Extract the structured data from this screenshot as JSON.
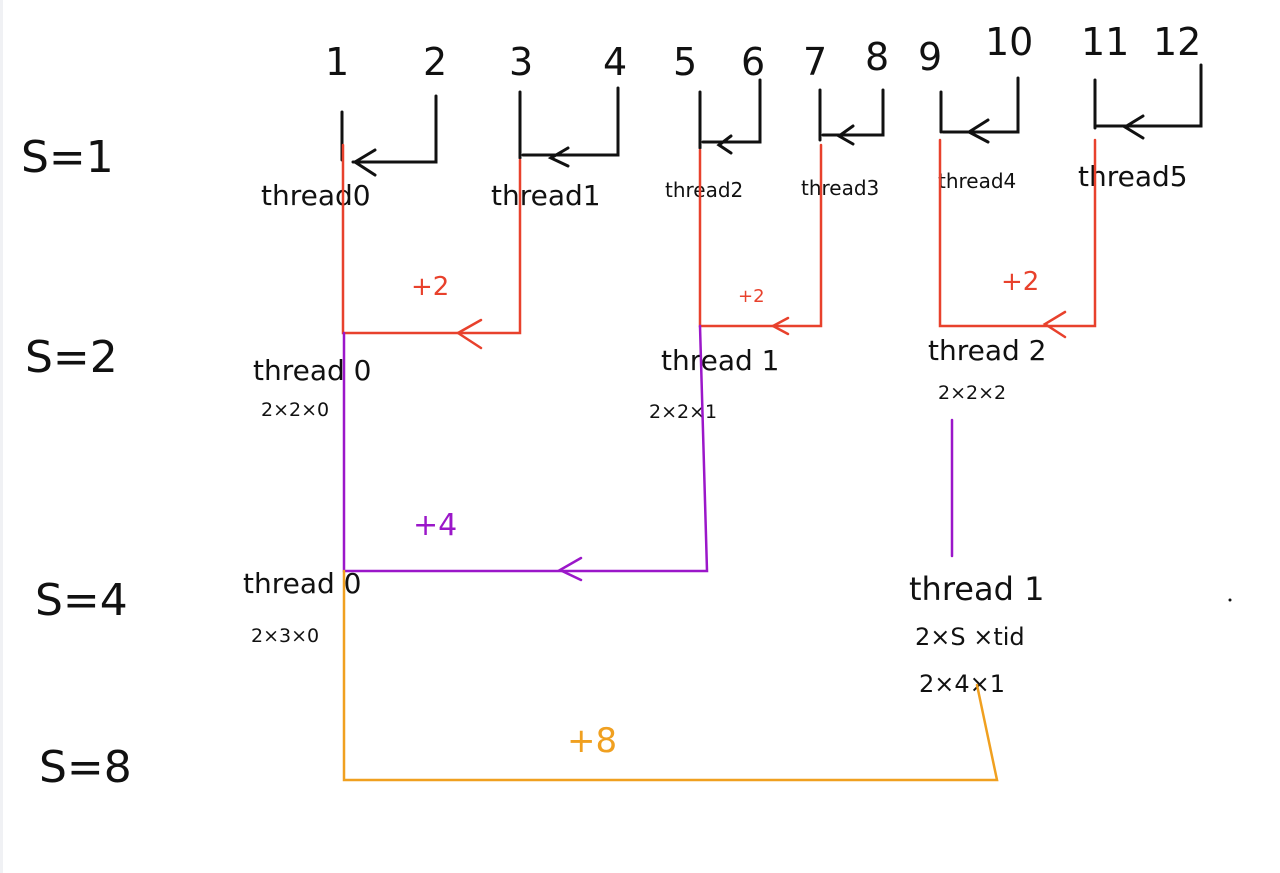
{
  "colors": {
    "ink": "#111111",
    "s2": "#e8412c",
    "s4": "#9b17c9",
    "s8": "#f0a020"
  },
  "top_numbers": [
    "1",
    "2",
    "3",
    "4",
    "5",
    "6",
    "7",
    "8",
    "9",
    "10",
    "11",
    "12"
  ],
  "stages": {
    "s1": "S=1",
    "s2": "S=2",
    "s4": "S=4",
    "s8": "S=8"
  },
  "level1": {
    "threads": [
      "thread0",
      "thread1",
      "thread2",
      "thread3",
      "thread4",
      "thread5"
    ]
  },
  "level2": {
    "offsets": [
      "+2",
      "+2",
      "+2"
    ],
    "threads": [
      "thread 0",
      "thread 1",
      "thread 2"
    ],
    "formulas": [
      "2×2×0",
      "2×2×1",
      "2×2×2"
    ]
  },
  "level3": {
    "offset": "+4",
    "threads": [
      "thread 0",
      "thread 1"
    ],
    "formulas": [
      "2×3×0",
      "2×S ×tid"
    ],
    "formula_extra": "2×4×1"
  },
  "level4": {
    "offset": "+8"
  }
}
